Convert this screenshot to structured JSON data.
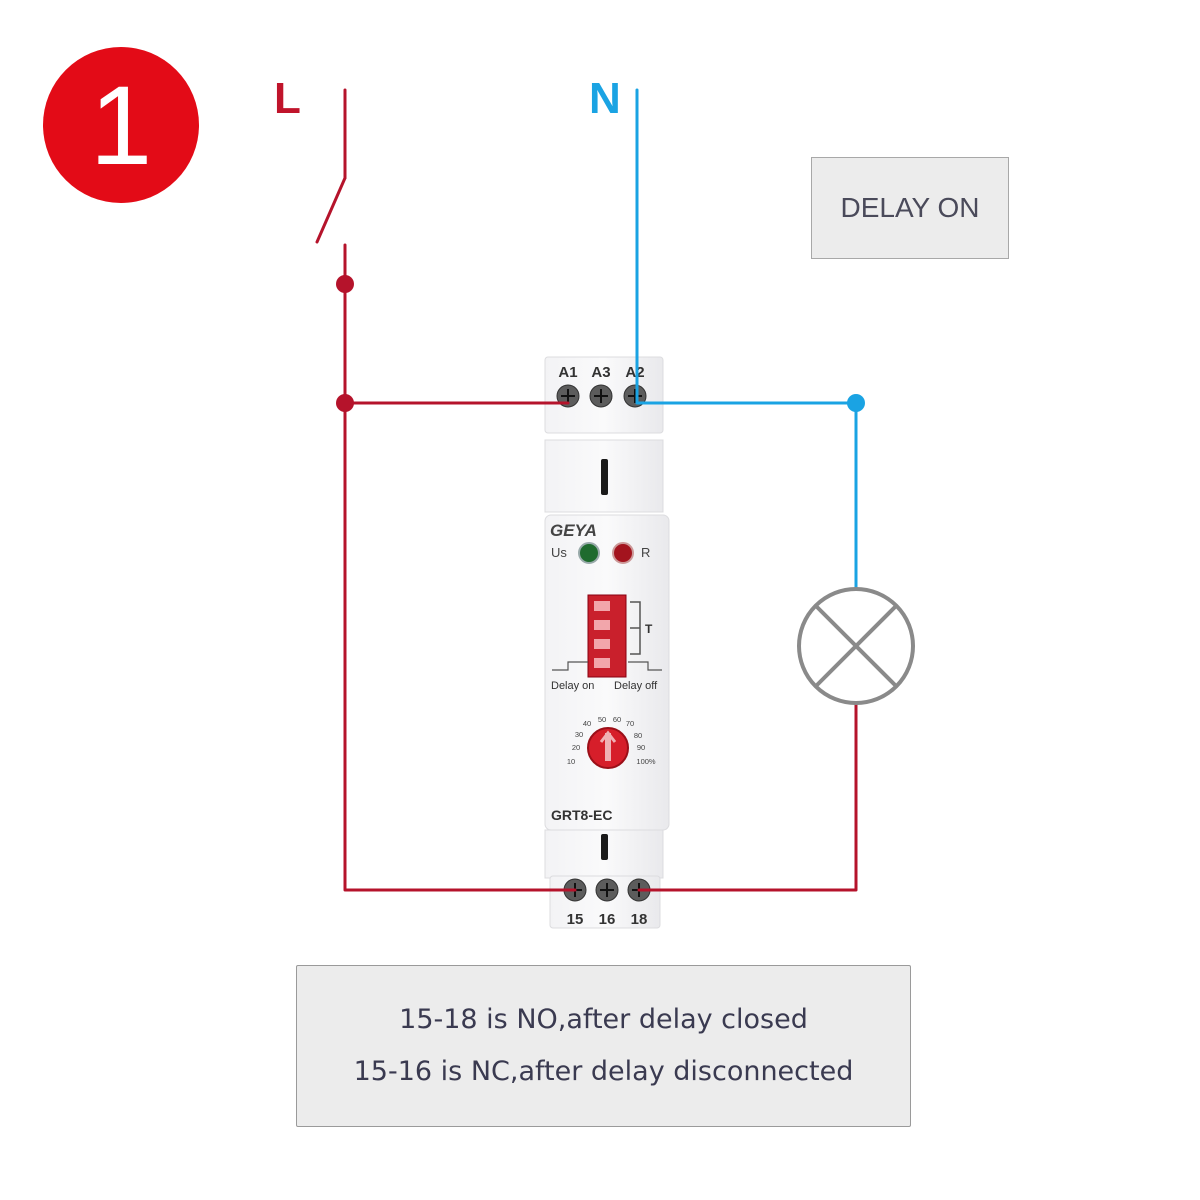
{
  "step_number": "1",
  "lines": {
    "live": "L",
    "neutral": "N"
  },
  "mode_label": "DELAY ON",
  "relay": {
    "brand": "GEYA",
    "model": "GRT8-EC",
    "top_terminals": [
      "A1",
      "A3",
      "A2"
    ],
    "bottom_terminals": [
      "15",
      "16",
      "18"
    ],
    "led_power_label": "Us",
    "led_relay_label": "R",
    "dip_label": "T",
    "mode_left": "Delay on",
    "mode_right": "Delay off",
    "dial_scale": [
      "10",
      "20",
      "30",
      "40",
      "50",
      "60",
      "70",
      "80",
      "90",
      "100%"
    ]
  },
  "notes": [
    "15-18 is NO,after delay closed",
    "15-16 is NC,after delay disconnected"
  ],
  "colors": {
    "live": "#b5132b",
    "neutral": "#1aa3e3",
    "badge": "#e30b17",
    "lamp": "#8a8a8a"
  },
  "icons": {
    "lamp": "lamp-icon",
    "switch": "switch-icon"
  }
}
